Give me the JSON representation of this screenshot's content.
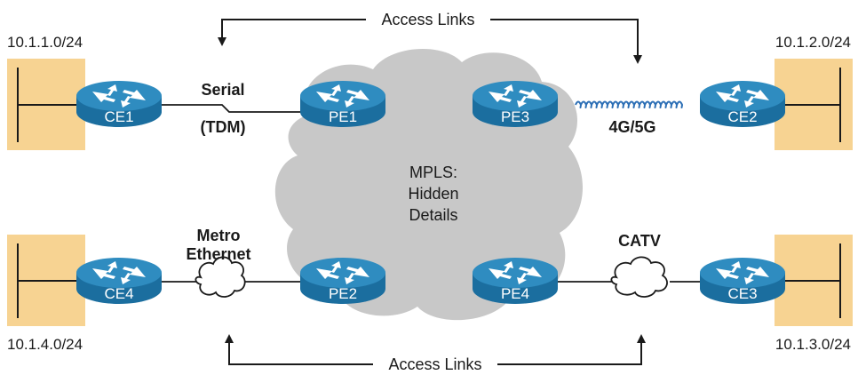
{
  "colors": {
    "site_fill": "#f7d392",
    "site_line": "#1a1a1a",
    "cloud_fill": "#c8c8c8",
    "router_top": "#2f8cc0",
    "router_side": "#1b6e9f",
    "arrow": "#1a1a1a",
    "wireless": "#2b6eb5"
  },
  "top_access_label": "Access Links",
  "bottom_access_label": "Access Links",
  "cloud": {
    "line1": "MPLS:",
    "line2": "Hidden",
    "line3": "Details"
  },
  "links": {
    "serial_line1": "Serial",
    "serial_line2": "(TDM)",
    "wireless": "4G/5G",
    "metro_line1": "Metro",
    "metro_line2": "Ethernet",
    "catv": "CATV"
  },
  "subnets": {
    "ce1": "10.1.1.0/24",
    "ce2": "10.1.2.0/24",
    "ce3": "10.1.3.0/24",
    "ce4": "10.1.4.0/24"
  },
  "routers": {
    "ce1": "CE1",
    "ce2": "CE2",
    "ce3": "CE3",
    "ce4": "CE4",
    "pe1": "PE1",
    "pe2": "PE2",
    "pe3": "PE3",
    "pe4": "PE4"
  },
  "icons": {
    "router": "router-icon",
    "cloud": "cloud-icon",
    "site": "site-lan-icon",
    "wireless": "wireless-link-icon"
  }
}
